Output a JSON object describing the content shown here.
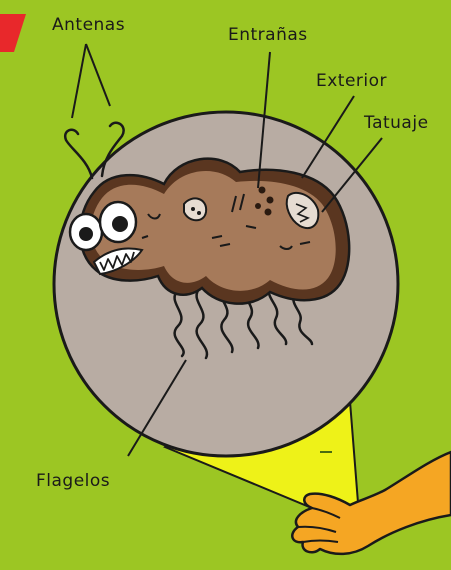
{
  "labels": {
    "antenas": "Antenas",
    "entranas": "Entrañas",
    "exterior": "Exterior",
    "tatuaje": "Tatuaje",
    "flagelos": "Flagelos"
  },
  "colors": {
    "background": "#9cc623",
    "magnifier": "#b8aca3",
    "bacterium_body": "#a67a5a",
    "bacterium_outline": "#5a3620",
    "light_beam": "#eef218",
    "hand": "#f5a623",
    "corner_accent": "#e8282b"
  }
}
